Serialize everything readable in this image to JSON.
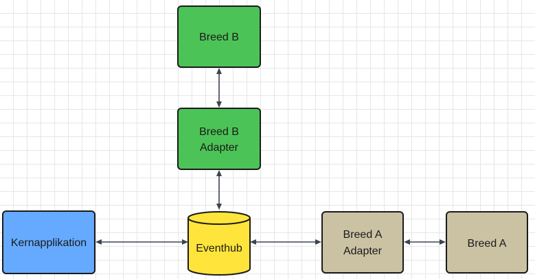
{
  "colors": {
    "green": "#4cc356",
    "blue": "#66aaff",
    "yellow": "#ffe53b",
    "tan": "#cbc2a4",
    "stroke": "#1a1a1a",
    "edge": "#3d4451"
  },
  "nodes": {
    "breed_b": {
      "lines": [
        "Breed B"
      ]
    },
    "breed_b_adapter": {
      "lines": [
        "Breed B",
        "Adapter"
      ]
    },
    "kernapplikation": {
      "lines": [
        "Kernapplikation"
      ]
    },
    "eventhub": {
      "lines": [
        "Eventhub"
      ]
    },
    "breed_a_adapter": {
      "lines": [
        "Breed A",
        "Adapter"
      ]
    },
    "breed_a": {
      "lines": [
        "Breed A"
      ]
    }
  },
  "edges": [
    {
      "from": "breed_b",
      "to": "breed_b_adapter",
      "bidirectional": true
    },
    {
      "from": "breed_b_adapter",
      "to": "eventhub",
      "bidirectional": true
    },
    {
      "from": "kernapplikation",
      "to": "eventhub",
      "bidirectional": true
    },
    {
      "from": "eventhub",
      "to": "breed_a_adapter",
      "bidirectional": true
    },
    {
      "from": "breed_a_adapter",
      "to": "breed_a",
      "bidirectional": true
    }
  ]
}
